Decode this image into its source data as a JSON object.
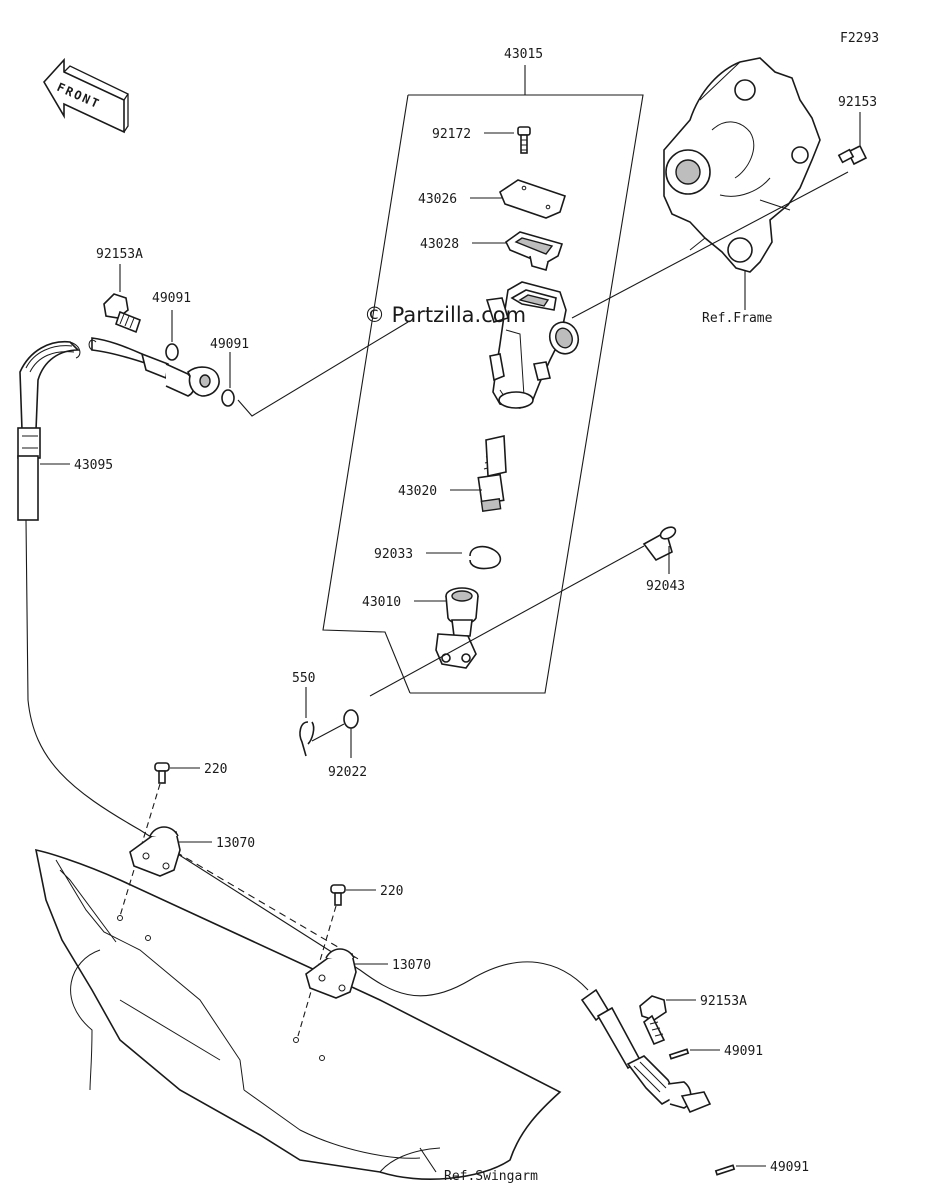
{
  "figure_code": "F2293",
  "watermark": "© Partzilla.com",
  "front_arrow": "FRONT",
  "ref_frame": "Ref.Frame",
  "ref_swingarm": "Ref.Swingarm",
  "callouts": {
    "p43015": "43015",
    "p92172": "92172",
    "p43026": "43026",
    "p43028": "43028",
    "p92153_top": "92153",
    "p92153A_top": "92153A",
    "p49091_a": "49091",
    "p49091_b": "49091",
    "p43095": "43095",
    "p43020": "43020",
    "p92033": "92033",
    "p92043": "92043",
    "p43010": "43010",
    "p550": "550",
    "p92022": "92022",
    "p220_a": "220",
    "p13070_a": "13070",
    "p220_b": "220",
    "p13070_b": "13070",
    "p92153A_bot": "92153A",
    "p49091_c": "49091",
    "p49091_d": "49091"
  }
}
